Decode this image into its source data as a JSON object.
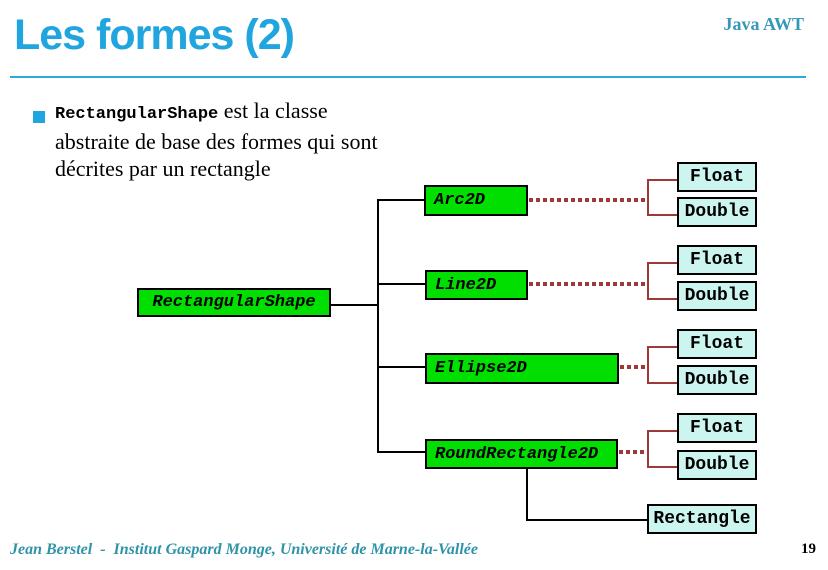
{
  "slide": {
    "title": "Les formes (2)",
    "corner_label": "Java AWT",
    "bullet": {
      "code": "RectangularShape",
      "text": " est la classe abstraite de base des formes qui sont décrites par un rectangle"
    },
    "footer": {
      "credit": "Jean Berstel  -  Institut Gaspard Monge, Université de Marne-la-Vallée",
      "page_number": "19"
    }
  },
  "diagram": {
    "root_label": "RectangularShape",
    "children": [
      {
        "label": "Arc2D",
        "types": [
          "Float",
          "Double"
        ]
      },
      {
        "label": "Line2D",
        "types": [
          "Float",
          "Double"
        ]
      },
      {
        "label": "Ellipse2D",
        "types": [
          "Float",
          "Double"
        ]
      },
      {
        "label": "RoundRectangle2D",
        "types": [
          "Float",
          "Double"
        ]
      }
    ],
    "extra_child_label": "Rectangle"
  },
  "colors": {
    "title_accent": "#21a5de",
    "corner_label_color": "#3598b8",
    "footer_color": "#2f93a8",
    "class_box_fill": "#00df00",
    "type_box_fill": "#ccf5f0",
    "inheritance_dotted_line": "#9e3939",
    "tree_line": "#000000"
  }
}
